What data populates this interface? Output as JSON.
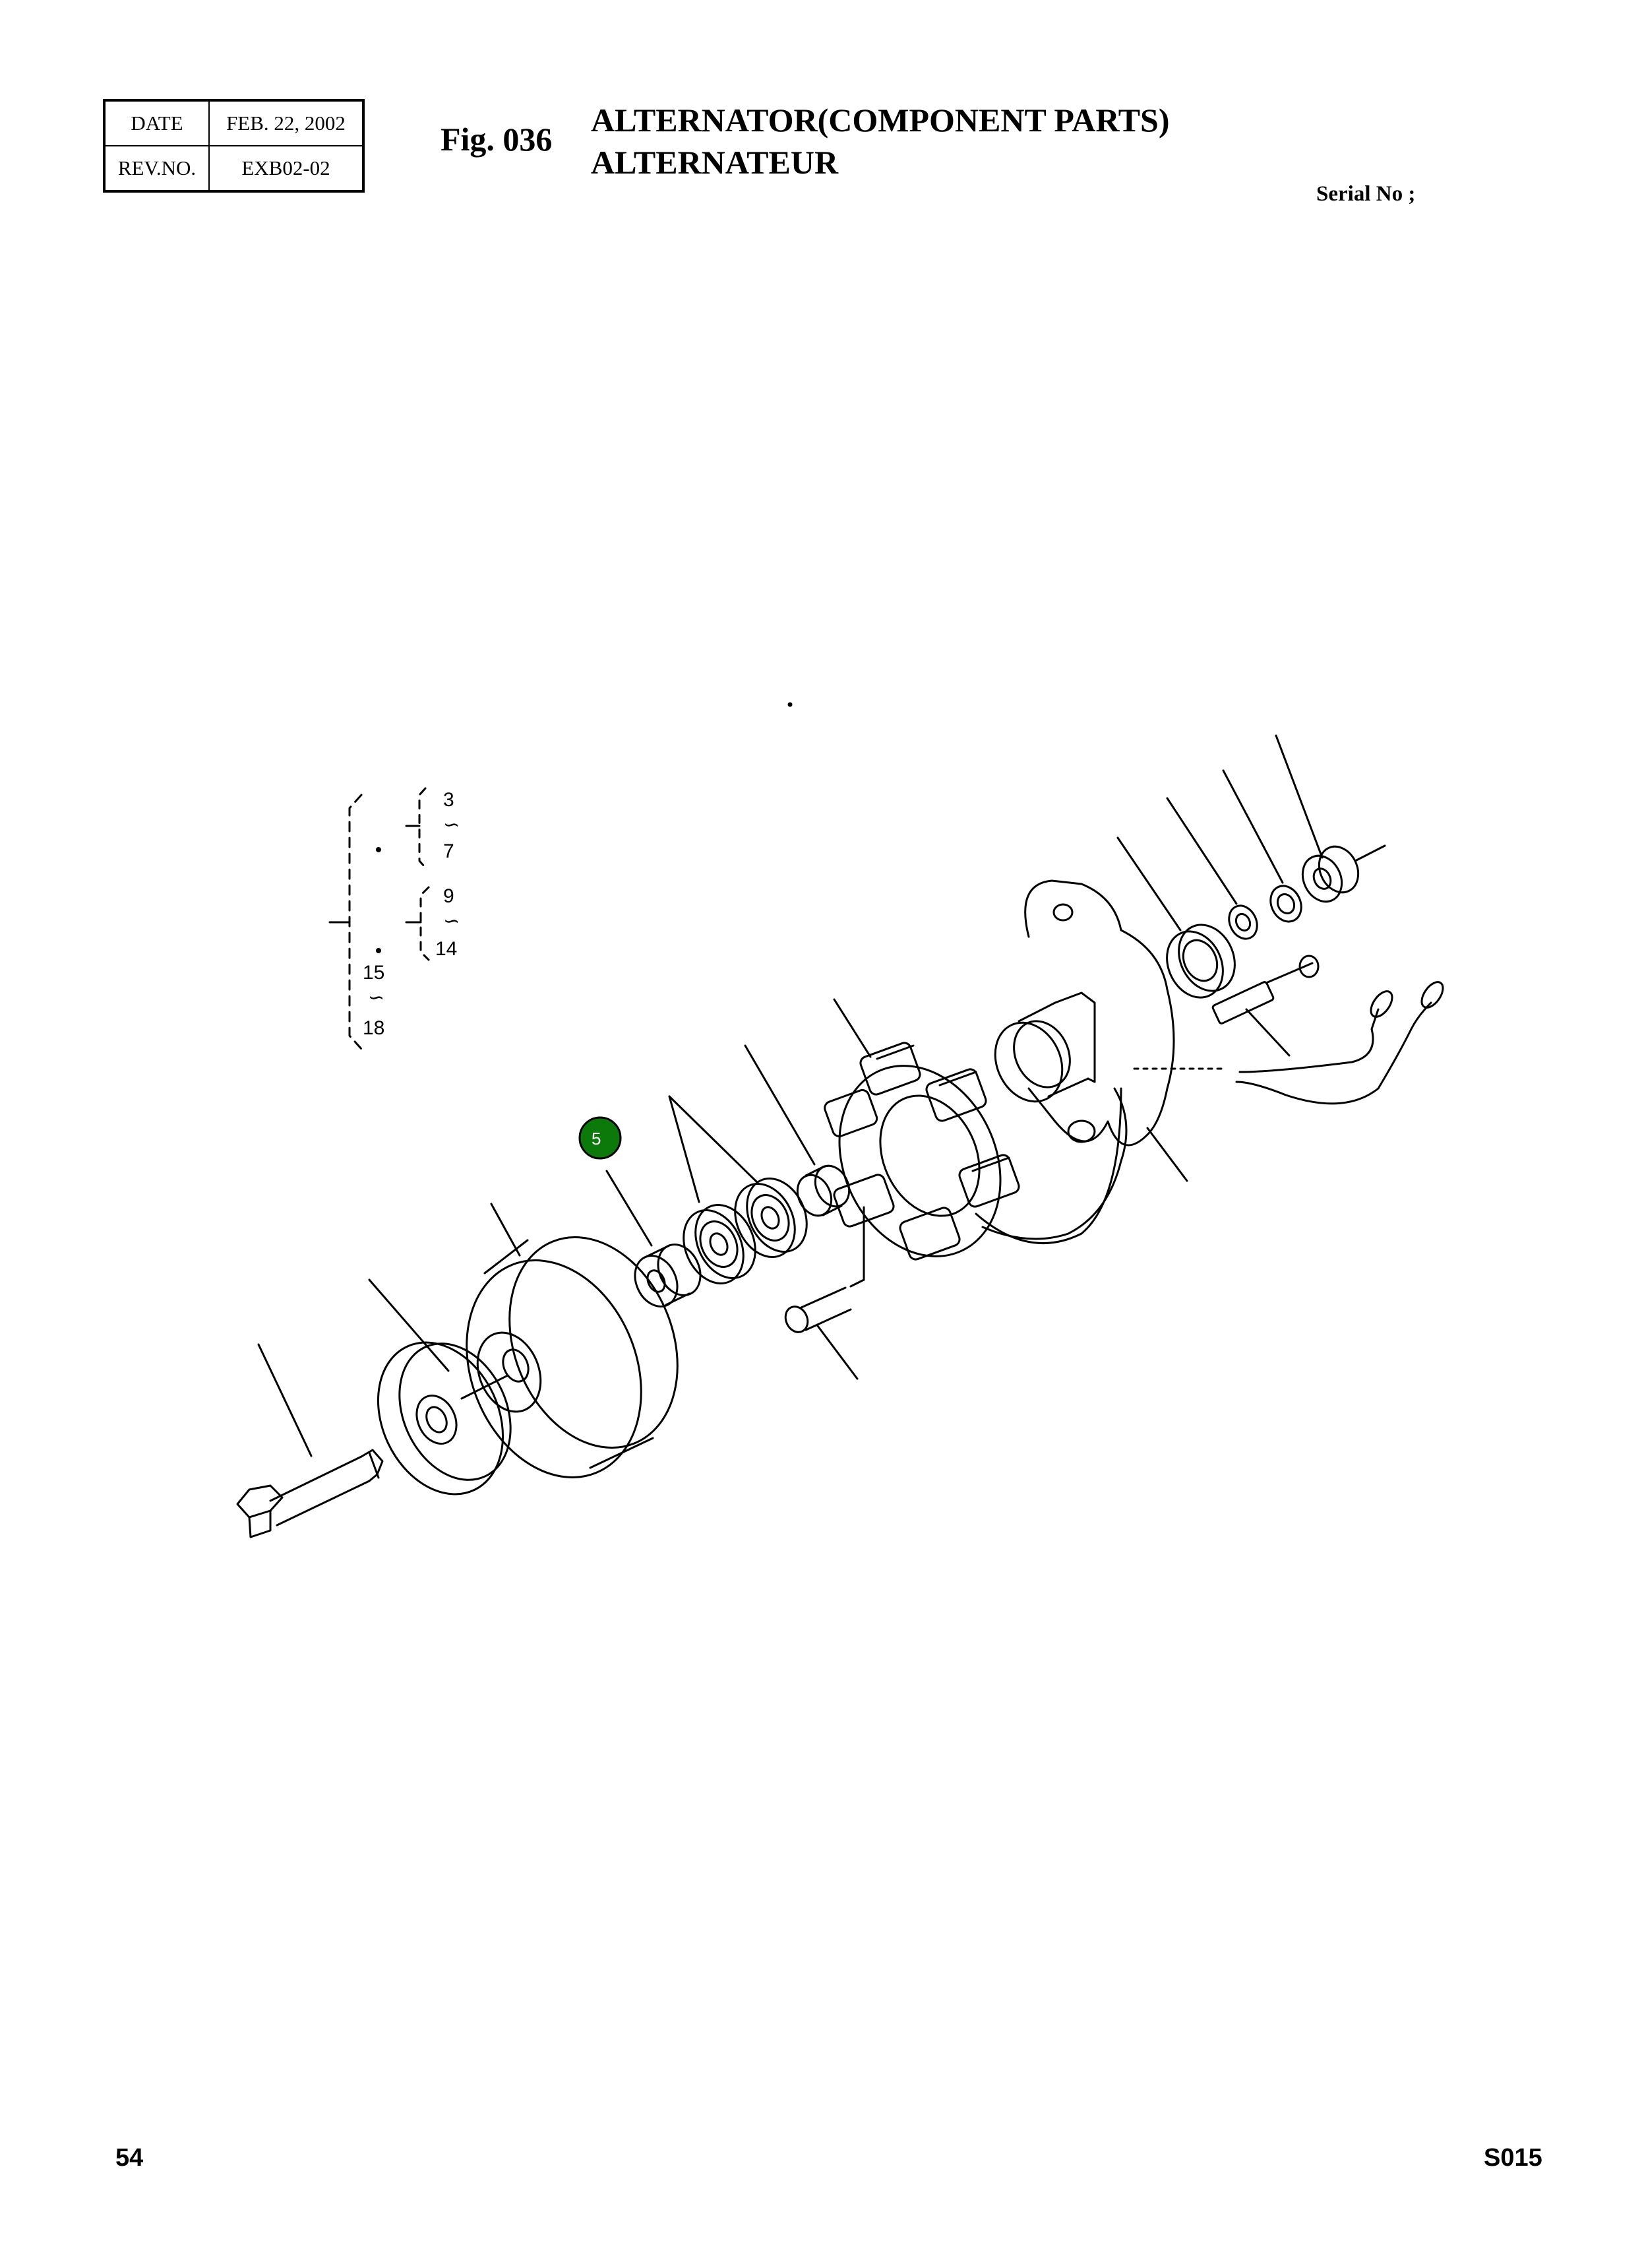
{
  "header": {
    "date_label": "DATE",
    "date_value": "FEB. 22, 2002",
    "rev_label": "REV.NO.",
    "rev_value": "EXB02-02",
    "fig_no": "Fig. 036",
    "title_en": "ALTERNATOR(COMPONENT PARTS)",
    "title_fr": "ALTERNATEUR",
    "serial": "Serial No ;"
  },
  "diagram": {
    "callouts": {
      "g1_start": "3",
      "g1_range": "∽",
      "g1_end": "7",
      "g2_start": "9",
      "g2_range": "∽",
      "g2_end": "14",
      "g3_start": "15",
      "g3_range": "∽",
      "g3_end": "18"
    },
    "marker": {
      "label": "5",
      "color": "#0b7a0b"
    }
  },
  "footer": {
    "page": "54",
    "code": "S015"
  }
}
